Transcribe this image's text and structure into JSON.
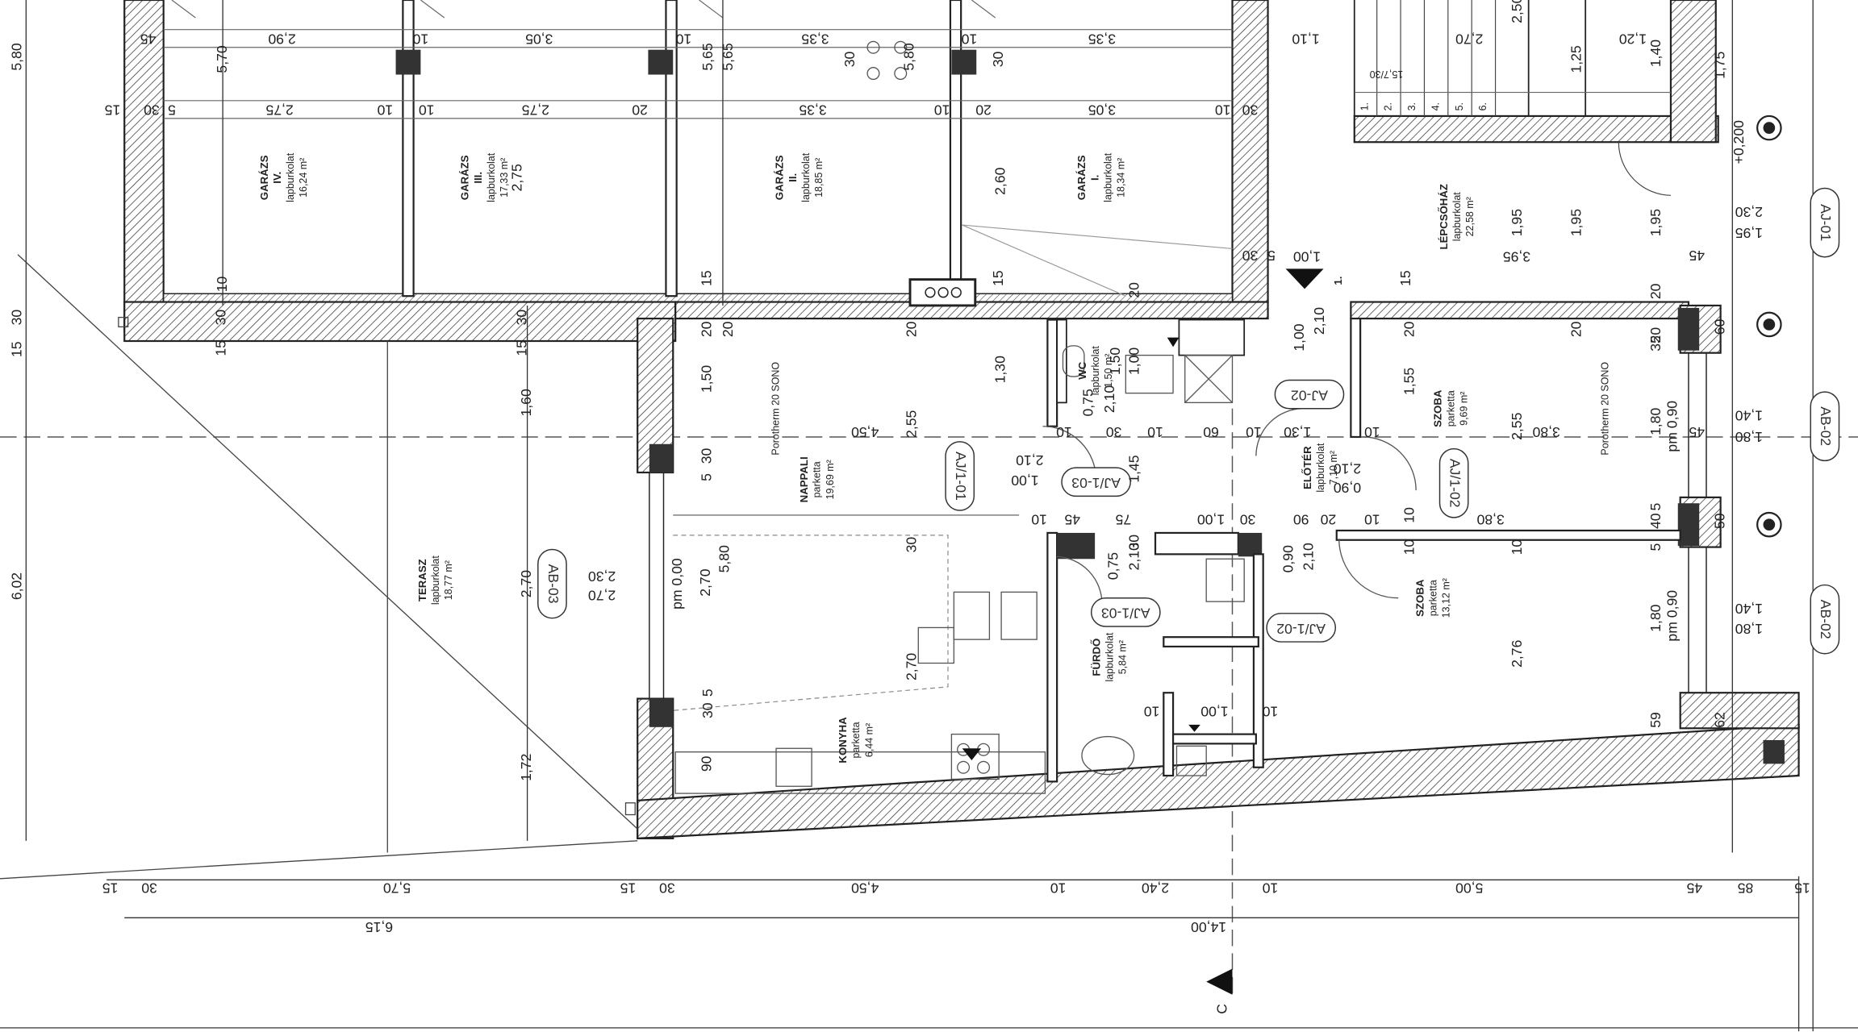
{
  "rooms": [
    {
      "id": "garazs-iv",
      "name": "GARÁZS",
      "number": "IV.",
      "floor": "lapburkolat",
      "area": "16,24 m²"
    },
    {
      "id": "garazs-iii",
      "name": "GARÁZS",
      "number": "III.",
      "floor": "lapburkolat",
      "area": "17,33 m²",
      "extra": "2,75"
    },
    {
      "id": "garazs-ii",
      "name": "GARÁZS",
      "number": "II.",
      "floor": "lapburkolat",
      "area": "18,85 m²"
    },
    {
      "id": "garazs-i",
      "name": "GARÁZS",
      "number": "I.",
      "floor": "lapburkolat",
      "area": "18,34 m²"
    },
    {
      "id": "lepcsohaz",
      "name": "LÉPCSŐHÁZ",
      "floor": "lapburkolat",
      "area": "22,58 m²"
    },
    {
      "id": "wc",
      "name": "WC",
      "floor": "lapburkolat",
      "area": "1,50 m²"
    },
    {
      "id": "szoba-1",
      "name": "SZOBA",
      "floor": "parketta",
      "area": "9,69 m²"
    },
    {
      "id": "nappali",
      "name": "NAPPALI",
      "floor": "parketta",
      "area": "19,69 m²"
    },
    {
      "id": "eloter",
      "name": "ELŐTÉR",
      "floor": "lapburkolat",
      "area": "7,10 m²"
    },
    {
      "id": "terasz",
      "name": "TERASZ",
      "floor": "lapburkolat",
      "area": "18,77 m²"
    },
    {
      "id": "szoba-2",
      "name": "SZOBA",
      "floor": "parketta",
      "area": "13,12 m²"
    },
    {
      "id": "furdo",
      "name": "FÜRDŐ",
      "floor": "lapburkolat",
      "area": "5,84 m²"
    },
    {
      "id": "konyha",
      "name": "KONYHA",
      "floor": "parketta",
      "area": "6,44 m²"
    }
  ],
  "tags": [
    "AJ/1-01",
    "AJ/1-03",
    "AJ-02",
    "AJ/1-02",
    "AJ/1-03",
    "AJ/1-02",
    "AB-03",
    "AJ-01",
    "AB-02",
    "AB-02"
  ],
  "insulation_note": "Porotherm 20 SONO",
  "elevation": "+0,200",
  "bottom_dims_row1": [
    "15",
    "30",
    "5,70",
    "15",
    "30",
    "4,50",
    "10",
    "2,40",
    "10",
    "5,00",
    "45",
    "85",
    "15"
  ],
  "bottom_dims_row2": [
    "6,15",
    "14,00"
  ],
  "left_dims": [
    "5,80",
    "15",
    "30",
    "6,02"
  ],
  "section_marker": "C",
  "stair_marker": "1.",
  "stair_steps": [
    "1.",
    "2.",
    "3.",
    "4.",
    "5.",
    "6."
  ],
  "stair_ratio": "15,7/30",
  "pm_labels": [
    "pm 0,00",
    "pm 0,90",
    "pm 0,90"
  ],
  "dims": {
    "top_iv_a": "2,90",
    "top_iv_b": "2,75",
    "top_iii_a": "3,05",
    "top_iii_b": "2,75",
    "top_ii_a": "3,35",
    "top_ii_b": "3,35",
    "top_i_a": "3,35",
    "top_i_b": "3,05",
    "h_570": "5,70",
    "h_565a": "5,65",
    "h_565b": "5,65",
    "h_580": "5,80",
    "s_110": "1,10",
    "s_270": "2,70",
    "s_120": "1,20",
    "s_250": "2,50",
    "s_125": "1,25",
    "s_140": "1,40",
    "s_175": "1,75",
    "n_450": "4,50",
    "n_580": "5,80",
    "n_255": "2,55",
    "n_270a": "2,70",
    "n_270b": "2,70",
    "n_150": "1,50",
    "n_130": "1,30",
    "t_160": "1,60",
    "t_270": "2,70",
    "t_172": "1,72",
    "t_230a": "2,30",
    "t_270b": "2,70",
    "g_260": "2,60",
    "g_195a": "1,95",
    "g_195b": "1,95",
    "g_195c": "1,95",
    "g_395": "3,95",
    "g_100": "1,00",
    "d_210a": "2,10",
    "d_100a": "1,00",
    "d_210b": "2,10",
    "d_100b": "1,00",
    "d_145": "1,45",
    "w_075": "0,75",
    "w_210": "2,10",
    "w_150": "1,50",
    "w_100": "1,00",
    "e_210": "2,10",
    "e_090": "0,90",
    "e_130": "1,30",
    "e_100": "1,00",
    "r_380a": "3,80",
    "r_380b": "3,80",
    "r_155": "1,55",
    "r_255": "2,55",
    "r_180a": "1,80",
    "r_180b": "1,80",
    "r_276": "2,76",
    "f_075": "0,75",
    "f_210": "2,10",
    "f_100": "1,00",
    "f_090": "0,90",
    "f_210b": "2,10",
    "x_140a": "1,40",
    "x_180a": "1,80",
    "x_140b": "1,40",
    "x_180b": "1,80",
    "x_230": "2,30",
    "x_195": "1,95",
    "sm_30": "30",
    "sm_45": "45",
    "sm_20": "20",
    "sm_10": "10",
    "sm_15": "15",
    "sm_5": "5",
    "sm_60": "60",
    "sm_35": "35",
    "sm_40": "40",
    "sm_50": "50",
    "sm_59": "59",
    "sm_62": "62",
    "sm_90": "90",
    "sm_75": "75"
  }
}
